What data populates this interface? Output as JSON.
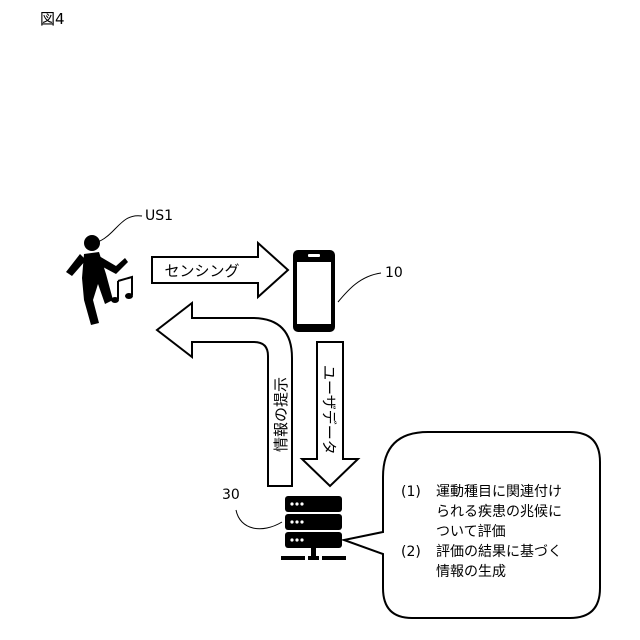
{
  "figure_label": "図4",
  "labels": {
    "user": "US1",
    "terminal": "10",
    "server": "30"
  },
  "arrows": {
    "sensing": "センシング",
    "user_data": "ユーザデータ",
    "presentation": "情報の提示"
  },
  "callout": {
    "items": [
      {
        "num": "(1)",
        "lines": [
          "運動種目に関連付け",
          "られる疾患の兆候に",
          "ついて評価"
        ]
      },
      {
        "num": "(2)",
        "lines": [
          "評価の結果に基づく",
          "情報の生成"
        ]
      }
    ]
  }
}
